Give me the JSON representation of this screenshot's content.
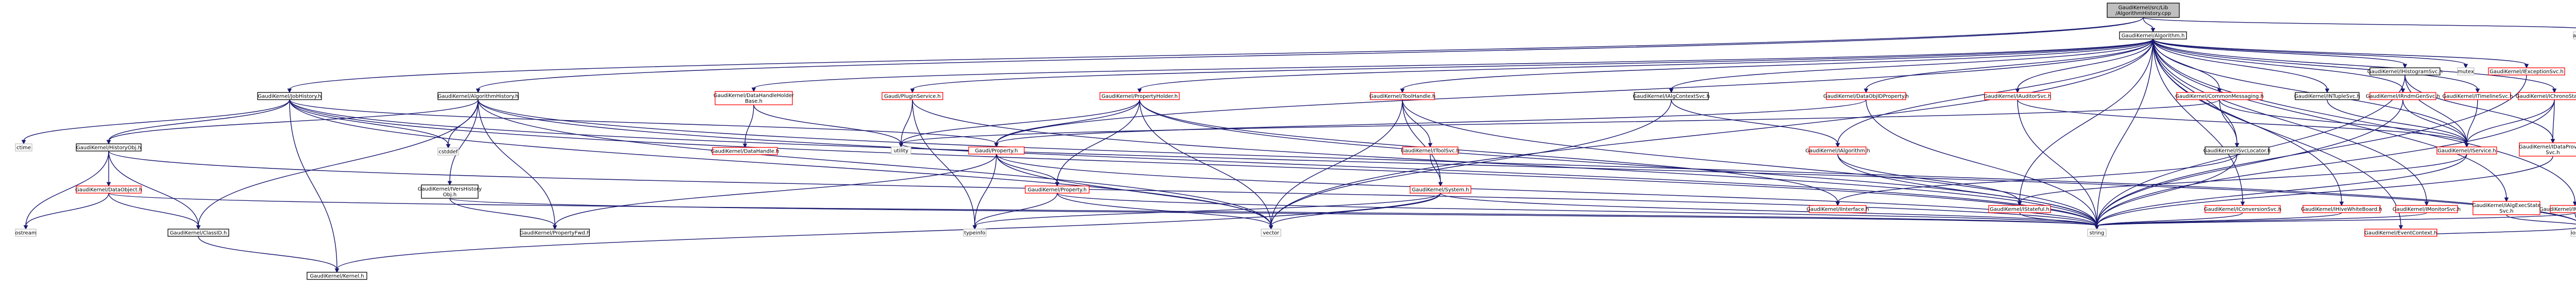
{
  "root": "GaudiKernel/src/Lib/AlgorithmHistory.cpp",
  "nodes": [
    {
      "id": "root",
      "lines": [
        "GaudiKernel/src/Lib",
        "/AlgorithmHistory.cpp"
      ],
      "style": "root"
    },
    {
      "id": "algorithm_h",
      "lines": [
        "GaudiKernel/Algorithm.h"
      ],
      "style": "black"
    },
    {
      "id": "assert_h",
      "lines": [
        "assert.h"
      ],
      "style": "plain"
    },
    {
      "id": "jobhistory_h",
      "lines": [
        "GaudiKernel/JobHistory.h"
      ],
      "style": "black"
    },
    {
      "id": "algorithmhistory_h",
      "lines": [
        "GaudiKernel/AlgorithmHistory.h"
      ],
      "style": "black"
    },
    {
      "id": "datahandleholder_h",
      "lines": [
        "GaudiKernel/DataHandleHolder",
        "Base.h"
      ],
      "style": "red"
    },
    {
      "id": "pluginservice_h",
      "lines": [
        "Gaudi/PluginService.h"
      ],
      "style": "red"
    },
    {
      "id": "propertyholder_h",
      "lines": [
        "GaudiKernel/PropertyHolder.h"
      ],
      "style": "red"
    },
    {
      "id": "toolhandle_h",
      "lines": [
        "GaudiKernel/ToolHandle.h"
      ],
      "style": "red"
    },
    {
      "id": "ialgcontextsvc_h",
      "lines": [
        "GaudiKernel/IAlgContextSvc.h"
      ],
      "style": "black"
    },
    {
      "id": "datadbjproperty_h",
      "lines": [
        "GaudiKernel/DataObjIDProperty.h"
      ],
      "style": "red"
    },
    {
      "id": "iauditorsvc_h",
      "lines": [
        "GaudiKernel/IAuditorSvc.h"
      ],
      "style": "red"
    },
    {
      "id": "commonmessaging_h",
      "lines": [
        "GaudiKernel/CommonMessaging.h"
      ],
      "style": "red"
    },
    {
      "id": "intuplesvc_h",
      "lines": [
        "GaudiKernel/INTupleSvc.h"
      ],
      "style": "black"
    },
    {
      "id": "irndmgensvc_h",
      "lines": [
        "GaudiKernel/IRndmGenSvc.h"
      ],
      "style": "red"
    },
    {
      "id": "itimelinesvc_h",
      "lines": [
        "GaudiKernel/ITimelineSvc.h"
      ],
      "style": "red"
    },
    {
      "id": "ichronostatsvc_h",
      "lines": [
        "GaudiKernel/IChronoStatSvc.h"
      ],
      "style": "red"
    },
    {
      "id": "ihistogramsvc_h",
      "lines": [
        "GaudiKernel/IHistogramSvc.h"
      ],
      "style": "black"
    },
    {
      "id": "mutex",
      "lines": [
        "mutex"
      ],
      "style": "plain"
    },
    {
      "id": "iexceptionsvc_h",
      "lines": [
        "GaudiKernel/IExceptionSvc.h"
      ],
      "style": "red"
    },
    {
      "id": "ctime",
      "lines": [
        "ctime"
      ],
      "style": "plain"
    },
    {
      "id": "historyobj_h",
      "lines": [
        "GaudiKernel/HistoryObj.h"
      ],
      "style": "black"
    },
    {
      "id": "cstddef",
      "lines": [
        "cstddef"
      ],
      "style": "plain"
    },
    {
      "id": "idatahandle_h",
      "lines": [
        "GaudiKernel/DataHandle.h"
      ],
      "style": "red"
    },
    {
      "id": "utility",
      "lines": [
        "utility"
      ],
      "style": "plain"
    },
    {
      "id": "property_h",
      "lines": [
        "Gaudi/Property.h"
      ],
      "style": "red"
    },
    {
      "id": "idataprovidersvc_h",
      "lines": [
        "GaudiKernel/IDataProvider",
        "Svc.h"
      ],
      "style": "red"
    },
    {
      "id": "iservice_h",
      "lines": [
        "GaudiKernel/IService.h"
      ],
      "style": "red"
    },
    {
      "id": "isvclocator_h",
      "lines": [
        "GaudiKernel/ISvcLocator.h"
      ],
      "style": "black"
    },
    {
      "id": "itoolsvc_h",
      "lines": [
        "GaudiKernel/IToolSvc.h"
      ],
      "style": "red"
    },
    {
      "id": "ialgorithm_h",
      "lines": [
        "GaudiKernel/IAlgorithm.h"
      ],
      "style": "red"
    },
    {
      "id": "iconversionsvc_h",
      "lines": [
        "GaudiKernel/IConversionSvc.h"
      ],
      "style": "red"
    },
    {
      "id": "iinterface_h",
      "lines": [
        "GaudiKernel/IInterface.h"
      ],
      "style": "red"
    },
    {
      "id": "iivelvwhiteboard_h",
      "lines": [
        "GaudiKernel/IHiveWhiteBoard.h"
      ],
      "style": "red"
    },
    {
      "id": "imonitorsvc_h",
      "lines": [
        "GaudiKernel/IMonitorSvc.h"
      ],
      "style": "red"
    },
    {
      "id": "ialgexecstate_h",
      "lines": [
        "GaudiKernel/IAlgExecState",
        "Svc.h"
      ],
      "style": "red"
    },
    {
      "id": "imessagesvc_h",
      "lines": [
        "GaudiKernel/IMessageSvc.h"
      ],
      "style": "red"
    },
    {
      "id": "eventcontext_h",
      "lines": [
        "GaudiKernel/EventContext.h"
      ],
      "style": "red"
    },
    {
      "id": "historyobj2_h",
      "lines": [
        "GaudiKernel/IVersHistory",
        "Obj.h"
      ],
      "style": "black"
    },
    {
      "id": "dataobject_h",
      "lines": [
        "GaudiKernel/DataObject.h"
      ],
      "style": "red"
    },
    {
      "id": "classid_h",
      "lines": [
        "GaudiKernel/ClassID.h"
      ],
      "style": "black"
    },
    {
      "id": "kernel_h",
      "lines": [
        "GaudiKernel/Kernel.h"
      ],
      "style": "black"
    },
    {
      "id": "propertyfwd_h",
      "lines": [
        "GaudiKernel/PropertyFwd.h"
      ],
      "style": "black"
    },
    {
      "id": "gaudiproperty_h",
      "lines": [
        "GaudiKernel/Property.h"
      ],
      "style": "red"
    },
    {
      "id": "istatefulinterface_h",
      "lines": [
        "GaudiKernel/IStateful.h"
      ],
      "style": "red"
    },
    {
      "id": "isystem_h",
      "lines": [
        "GaudiKernel/System.h"
      ],
      "style": "red"
    },
    {
      "id": "typeinfo",
      "lines": [
        "typeinfo"
      ],
      "style": "plain"
    },
    {
      "id": "vector",
      "lines": [
        "vector"
      ],
      "style": "plain"
    },
    {
      "id": "string",
      "lines": [
        "string"
      ],
      "style": "plain"
    },
    {
      "id": "ostream",
      "lines": [
        "ostream"
      ],
      "style": "plain"
    },
    {
      "id": "iostream",
      "lines": [
        "iostream"
      ],
      "style": "plain"
    }
  ],
  "edges": [
    [
      "root",
      "algorithm_h"
    ],
    [
      "root",
      "assert_h"
    ],
    [
      "root",
      "jobhistory_h"
    ],
    [
      "root",
      "algorithmhistory_h"
    ],
    [
      "algorithm_h",
      "datahandleholder_h"
    ],
    [
      "algorithm_h",
      "pluginservice_h"
    ],
    [
      "algorithm_h",
      "propertyholder_h"
    ],
    [
      "algorithm_h",
      "toolhandle_h"
    ],
    [
      "algorithm_h",
      "ialgcontextsvc_h"
    ],
    [
      "algorithm_h",
      "datadbjproperty_h"
    ],
    [
      "algorithm_h",
      "iauditorsvc_h"
    ],
    [
      "algorithm_h",
      "commonmessaging_h"
    ],
    [
      "algorithm_h",
      "intuplesvc_h"
    ],
    [
      "algorithm_h",
      "irndmgensvc_h"
    ],
    [
      "algorithm_h",
      "itimelinesvc_h"
    ],
    [
      "algorithm_h",
      "ichronostatsvc_h"
    ],
    [
      "algorithm_h",
      "ihistogramsvc_h"
    ],
    [
      "algorithm_h",
      "mutex"
    ],
    [
      "algorithm_h",
      "iexceptionsvc_h"
    ],
    [
      "algorithm_h",
      "property_h"
    ],
    [
      "algorithm_h",
      "isvclocator_h"
    ],
    [
      "algorithm_h",
      "iservice_h"
    ],
    [
      "algorithm_h",
      "iconversionsvc_h"
    ],
    [
      "algorithm_h",
      "iivelvwhiteboard_h"
    ],
    [
      "algorithm_h",
      "imonitorsvc_h"
    ],
    [
      "algorithm_h",
      "ialgexecstate_h"
    ],
    [
      "algorithm_h",
      "imessagesvc_h"
    ],
    [
      "algorithm_h",
      "eventcontext_h"
    ],
    [
      "algorithm_h",
      "ialgorithm_h"
    ],
    [
      "algorithm_h",
      "string"
    ],
    [
      "algorithm_h",
      "vector"
    ],
    [
      "algorithm_h",
      "istatefulinterface_h"
    ],
    [
      "jobhistory_h",
      "historyobj_h"
    ],
    [
      "jobhistory_h",
      "ctime"
    ],
    [
      "jobhistory_h",
      "cstddef"
    ],
    [
      "jobhistory_h",
      "property_h"
    ],
    [
      "jobhistory_h",
      "string"
    ],
    [
      "jobhistory_h",
      "vector"
    ],
    [
      "jobhistory_h",
      "iostream"
    ],
    [
      "jobhistory_h",
      "kernel_h"
    ],
    [
      "algorithmhistory_h",
      "historyobj_h"
    ],
    [
      "algorithmhistory_h",
      "historyobj2_h"
    ],
    [
      "algorithmhistory_h",
      "cstddef"
    ],
    [
      "algorithmhistory_h",
      "string"
    ],
    [
      "algorithmhistory_h",
      "vector"
    ],
    [
      "algorithmhistory_h",
      "propertyfwd_h"
    ],
    [
      "algorithmhistory_h",
      "iostream"
    ],
    [
      "algorithmhistory_h",
      "classid_h"
    ],
    [
      "datahandleholder_h",
      "idatahandle_h"
    ],
    [
      "datahandleholder_h",
      "utility"
    ],
    [
      "pluginservice_h",
      "utility"
    ],
    [
      "pluginservice_h",
      "typeinfo"
    ],
    [
      "pluginservice_h",
      "string"
    ],
    [
      "propertyholder_h",
      "property_h"
    ],
    [
      "propertyholder_h",
      "gaudiproperty_h"
    ],
    [
      "propertyholder_h",
      "utility"
    ],
    [
      "propertyholder_h",
      "string"
    ],
    [
      "propertyholder_h",
      "vector"
    ],
    [
      "propertyholder_h",
      "iinterface_h"
    ],
    [
      "toolhandle_h",
      "itoolsvc_h"
    ],
    [
      "toolhandle_h",
      "isystem_h"
    ],
    [
      "toolhandle_h",
      "vector"
    ],
    [
      "toolhandle_h",
      "string"
    ],
    [
      "ialgcontextsvc_h",
      "ialgorithm_h"
    ],
    [
      "ialgcontextsvc_h",
      "vector"
    ],
    [
      "datadbjproperty_h",
      "property_h"
    ],
    [
      "datadbjproperty_h",
      "string"
    ],
    [
      "iauditorsvc_h",
      "iservice_h"
    ],
    [
      "iauditorsvc_h",
      "string"
    ],
    [
      "commonmessaging_h",
      "isvclocator_h"
    ],
    [
      "commonmessaging_h",
      "iservice_h"
    ],
    [
      "commonmessaging_h",
      "utility"
    ],
    [
      "intuplesvc_h",
      "iservice_h"
    ],
    [
      "irndmgensvc_h",
      "iservice_h"
    ],
    [
      "irndmgensvc_h",
      "string"
    ],
    [
      "itimelinesvc_h",
      "iservice_h"
    ],
    [
      "ichronostatsvc_h",
      "iservice_h"
    ],
    [
      "ichronostatsvc_h",
      "string"
    ],
    [
      "ichronostatsvc_h",
      "idataprovidersvc_h"
    ],
    [
      "ihistogramsvc_h",
      "idataprovidersvc_h"
    ],
    [
      "ihistogramsvc_h",
      "iservice_h"
    ],
    [
      "ihistogramsvc_h",
      "string"
    ],
    [
      "historyobj_h",
      "dataobject_h"
    ],
    [
      "historyobj_h",
      "classid_h"
    ],
    [
      "historyobj_h",
      "ostream"
    ],
    [
      "historyobj_h",
      "string"
    ],
    [
      "historyobj2_h",
      "propertyfwd_h"
    ],
    [
      "historyobj2_h",
      "string"
    ],
    [
      "dataobject_h",
      "classid_h"
    ],
    [
      "dataobject_h",
      "ostream"
    ],
    [
      "dataobject_h",
      "string"
    ],
    [
      "classid_h",
      "kernel_h"
    ],
    [
      "property_h",
      "gaudiproperty_h"
    ],
    [
      "property_h",
      "propertyfwd_h"
    ],
    [
      "property_h",
      "string"
    ],
    [
      "property_h",
      "typeinfo"
    ],
    [
      "property_h",
      "vector"
    ],
    [
      "property_h",
      "utility"
    ],
    [
      "gaudiproperty_h",
      "string"
    ],
    [
      "gaudiproperty_h",
      "vector"
    ],
    [
      "gaudiproperty_h",
      "typeinfo"
    ],
    [
      "iservice_h",
      "istatefulinterface_h"
    ],
    [
      "iservice_h",
      "string"
    ],
    [
      "isvclocator_h",
      "string"
    ],
    [
      "isvclocator_h",
      "iinterface_h"
    ],
    [
      "itoolsvc_h",
      "isystem_h"
    ],
    [
      "ialgorithm_h",
      "istatefulinterface_h"
    ],
    [
      "ialgorithm_h",
      "string"
    ],
    [
      "isystem_h",
      "kernel_h"
    ],
    [
      "isystem_h",
      "typeinfo"
    ],
    [
      "isystem_h",
      "string"
    ],
    [
      "isystem_h",
      "vector"
    ],
    [
      "iconversionsvc_h",
      "string"
    ],
    [
      "iivelvwhiteboard_h",
      "string"
    ],
    [
      "imonitorsvc_h",
      "string"
    ],
    [
      "ialgexecstate_h",
      "iostream"
    ],
    [
      "imessagesvc_h",
      "iostream"
    ],
    [
      "imessagesvc_h",
      "string"
    ],
    [
      "eventcontext_h",
      "iostream"
    ],
    [
      "istatefulinterface_h",
      "string"
    ],
    [
      "idataprovidersvc_h",
      "string"
    ],
    [
      "iexceptionsvc_h",
      "string"
    ]
  ]
}
